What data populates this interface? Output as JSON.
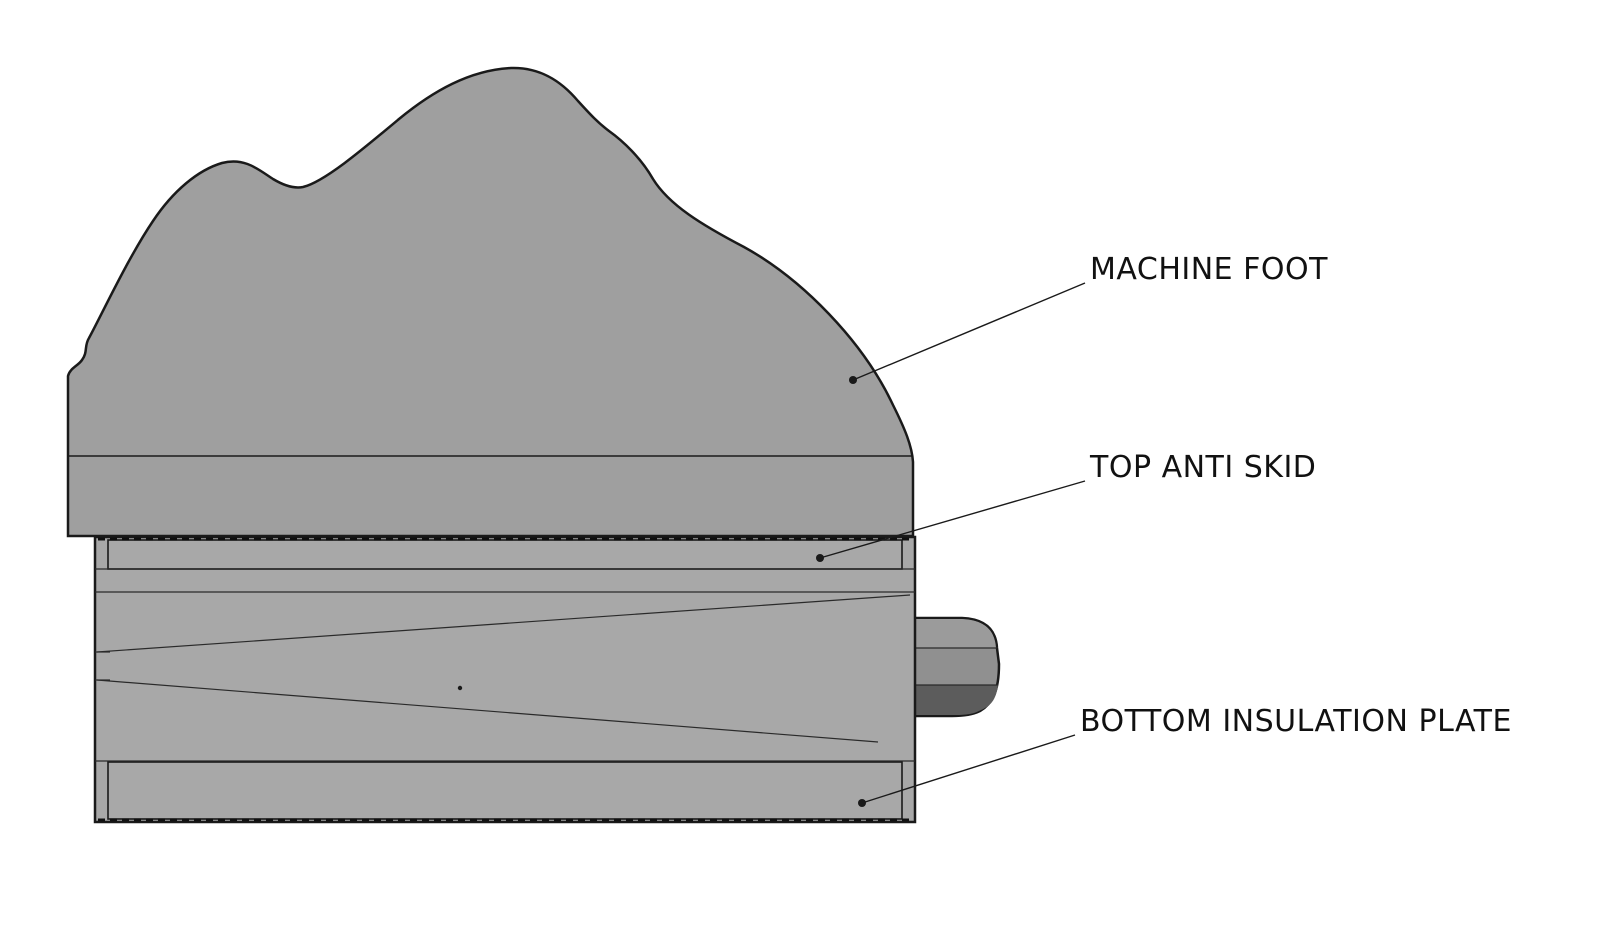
{
  "figure": {
    "background": "#ffffff",
    "colors": {
      "metal_gray": "#9f9f9f",
      "pad_gray": "#a8a8a8",
      "body_gray": "#a2a2a2",
      "green": "#16a015",
      "bolt_mid": "#909090",
      "bolt_top": "#9b9b9b",
      "bolt_dark": "#5c5c5c",
      "outline": "#1a1a1a"
    },
    "labels": {
      "machine_foot": "MACHINE FOOT",
      "top_anti_skid": "TOP ANTI SKID",
      "bottom_insulation_plate": "BOTTOM INSULATION PLATE"
    }
  }
}
